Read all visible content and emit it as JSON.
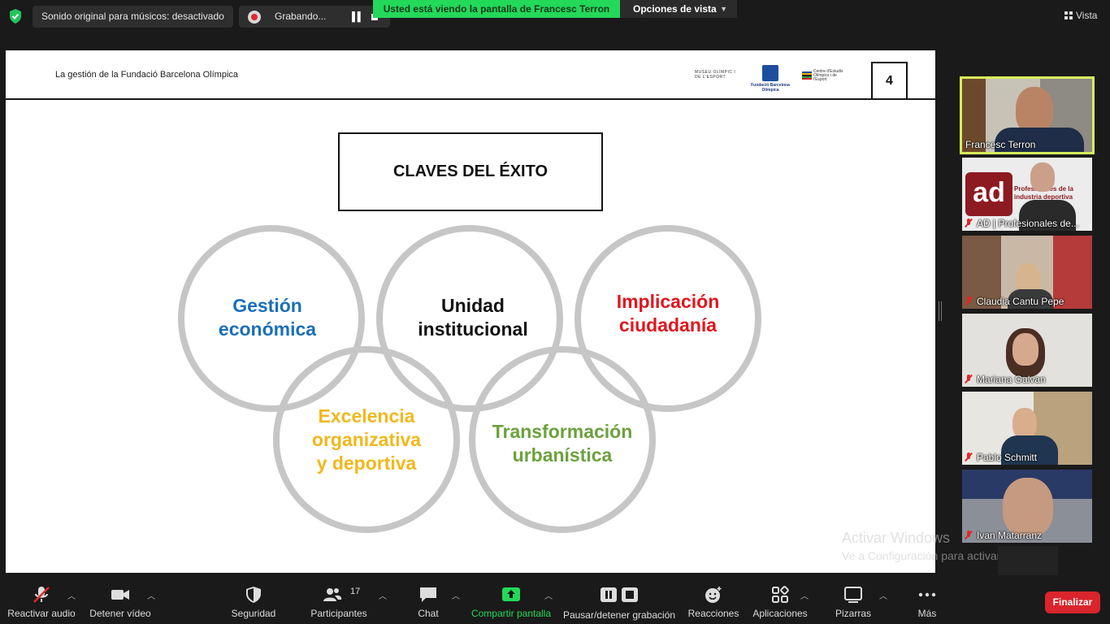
{
  "topbar": {
    "original_sound": "Sonido original para músicos: desactivado",
    "recording_label": "Grabando...",
    "share_banner": "Usted está viendo la pantalla de Francesc Terron",
    "view_options": "Opciones de vista",
    "vista": "Vista"
  },
  "slide": {
    "header": "La gestión de la Fundació Barcelona Olímpica",
    "logos": {
      "museu": "MUSEU OLÍMPIC I DE L'ESPORT",
      "fbo": "Fundació Barcelona Olímpica",
      "ceo": "Centre d'Estudis Olímpics i de l'Esport"
    },
    "page_number": "4",
    "claves_title": "CLAVES DEL ÉXITO",
    "rings": {
      "gestion": "Gestión\neconómica",
      "unidad": "Unidad\ninstitucional",
      "implicacion": "Implicación\nciudadanía",
      "excelencia": "Excelencia\norganizativa\ny deportiva",
      "transformacion": "Transformación\nurbanística"
    },
    "colors": {
      "gestion": "#1b6fb8",
      "unidad": "#111111",
      "implicacion": "#e0161d",
      "excelencia": "#f1b81c",
      "transformacion": "#6ba13d",
      "ring": "#c6c6c6"
    }
  },
  "participants": [
    {
      "name": "Francesc Terron",
      "muted": false,
      "active": true
    },
    {
      "name": "AD | Profesionales de...",
      "muted": true,
      "active": false
    },
    {
      "name": "Claudia Cantu Pepe",
      "muted": true,
      "active": false
    },
    {
      "name": "Mariana Galvan",
      "muted": true,
      "active": false
    },
    {
      "name": "Pablo Schmitt",
      "muted": true,
      "active": false
    },
    {
      "name": "Ivan Matarranz",
      "muted": true,
      "active": false
    }
  ],
  "ad_tile": {
    "logo_text": "ad",
    "banner": "Profesionales de la industria deportiva"
  },
  "windows_activation": {
    "line1": "Activar Windows",
    "line2": "Ve a Configuración para activar Windows."
  },
  "toolbar": {
    "audio": "Reactivar audio",
    "video": "Detener vídeo",
    "security": "Seguridad",
    "participants": "Participantes",
    "participants_count": "17",
    "chat": "Chat",
    "share": "Compartir pantalla",
    "pause_record": "Pausar/detener grabación",
    "reactions": "Reacciones",
    "apps": "Aplicaciones",
    "whiteboards": "Pizarras",
    "more": "Más",
    "end": "Finalizar"
  }
}
